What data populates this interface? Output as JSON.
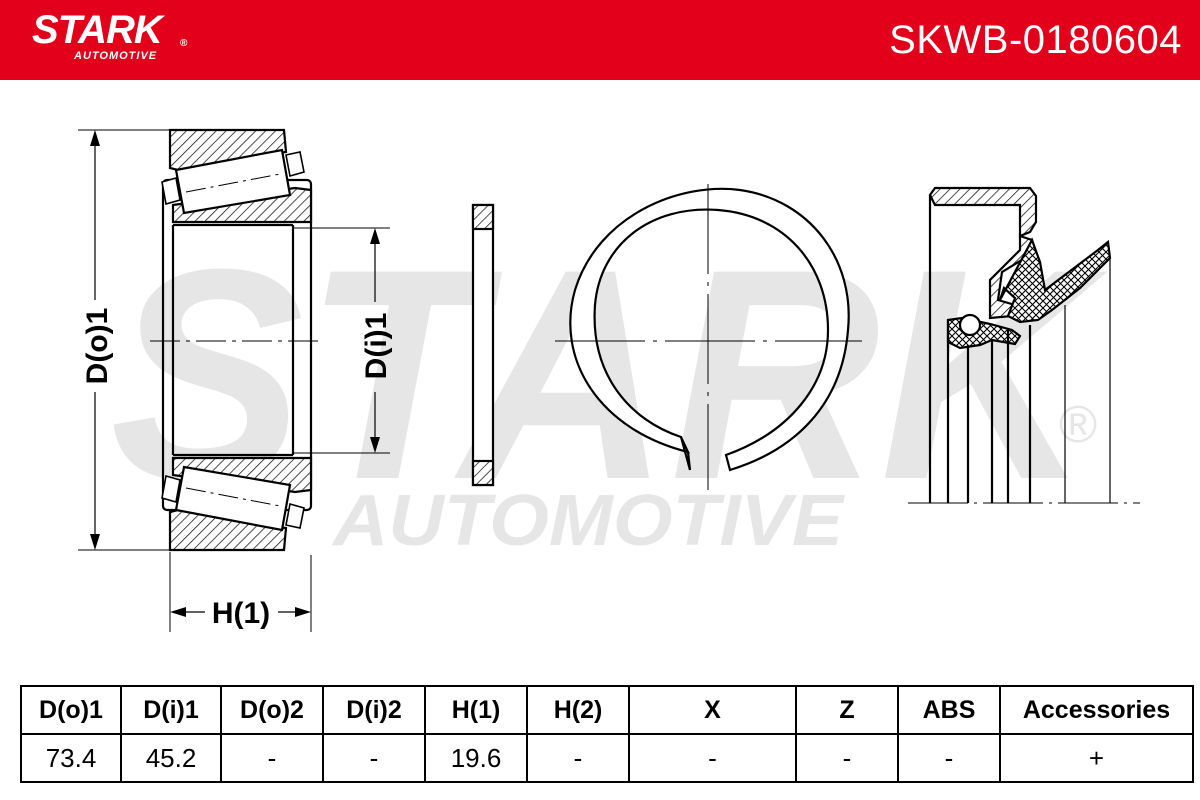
{
  "brand": {
    "name": "STARK",
    "sub": "AUTOMOTIVE",
    "registered": "®",
    "header_color": "#e2001a"
  },
  "part_number": "SKWB-0180604",
  "watermark": {
    "main": "STARK",
    "sub": "AUTOMOTIVE",
    "registered": "®"
  },
  "dimension_labels": {
    "outer_diameter": "D(o)1",
    "inner_diameter": "D(i)1",
    "height": "H(1)"
  },
  "spec_table": {
    "headers": [
      "D(o)1",
      "D(i)1",
      "D(o)2",
      "D(i)2",
      "H(1)",
      "H(2)",
      "X",
      "Z",
      "ABS",
      "Accessories"
    ],
    "values": [
      "73.4",
      "45.2",
      "-",
      "-",
      "19.6",
      "-",
      "-",
      "-",
      "-",
      "+"
    ]
  }
}
